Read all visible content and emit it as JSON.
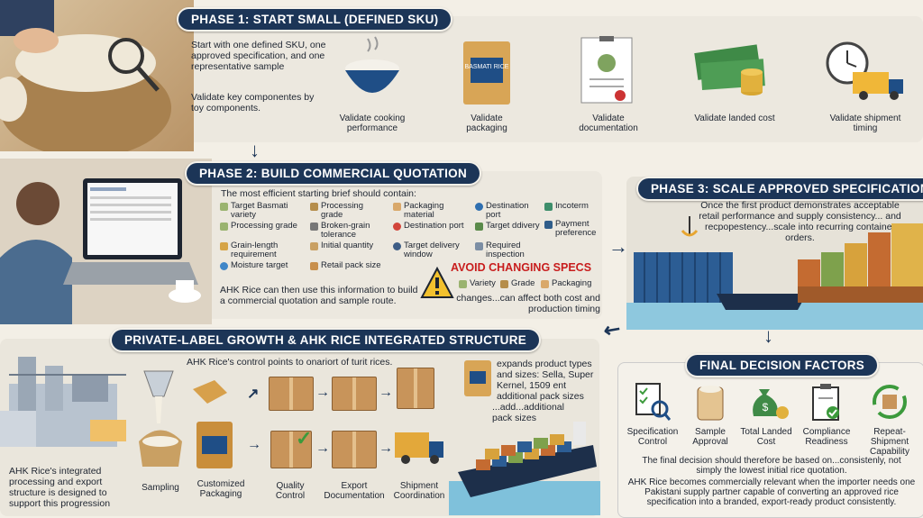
{
  "phase1": {
    "title": "PHASE 1: START SMALL (DEFINED SKU)",
    "intro": "Start with one defined SKU, one approved specification, and one representative sample",
    "validate_note": "Validate key componentes by toy components.",
    "icons": [
      {
        "label": "Validate cooking performance",
        "icon": "rice-bowl-icon"
      },
      {
        "label": "Validate packaging",
        "icon": "rice-bag-icon"
      },
      {
        "label": "Validate documentation",
        "icon": "document-icon"
      },
      {
        "label": "Validate landed cost",
        "icon": "money-icon"
      },
      {
        "label": "Validate shipment timing",
        "icon": "clock-truck-icon"
      }
    ],
    "bag_text": "BASMATI RICE"
  },
  "phase2": {
    "title": "PHASE 2: BUILD COMMERCIAL QUOTATION",
    "intro": "The most efficient starting brief should contain:",
    "col1": [
      "Target Basmati variety",
      "Processing grade",
      "Grain-length requirement",
      "Moisture target"
    ],
    "col2": [
      "Processing grade",
      "Broken-grain tolerance",
      "Initial quantity",
      "Retail pack size"
    ],
    "col3": [
      "Packaging material",
      "Destination port",
      "Target delivery window"
    ],
    "col4": [
      "Destination port",
      "Target ddivery",
      "Required inspection"
    ],
    "col5": [
      "Incoterm",
      "Payment preference"
    ],
    "outro": "AHK Rice can then use this information to build a commercial quotation and sample route.",
    "avoid_title": "AVOID CHANGING SPECS",
    "avoid_items": [
      "Variety",
      "Grade",
      "Packaging"
    ],
    "avoid_note": "changes...can affect both cost and production timing"
  },
  "phase3": {
    "title": "PHASE 3: SCALE APPROVED SPECIFICATION",
    "text": "Once the first product demonstrates acceptable retail performance and supply consistency... and recpopestency...scale into recurring container orders."
  },
  "private_label": {
    "title": "PRIVATE-LABEL GROWTH & AHK RICE INTEGRATED STRUCTURE",
    "control": "AHK Rice's control points to onariort of turit rices.",
    "expands": "expands product types and sizes: Sella, Super Kernel, 1509 ent additional pack sizes",
    "add": "...add...additional pack sizes",
    "structure": "AHK Rice's integrated processing and export structure is designed to support this progression",
    "steps": [
      "Sampling",
      "Customized Packaging",
      "Quality Control",
      "Export Documentation",
      "Shipment Coordination"
    ]
  },
  "final": {
    "title": "FINAL DECISION FACTORS",
    "factors": [
      {
        "label": "Specification Control",
        "icon": "checklist-magnifier-icon"
      },
      {
        "label": "Sample Approval",
        "icon": "sample-bag-icon"
      },
      {
        "label": "Total Landed Cost",
        "icon": "money-bag-icon"
      },
      {
        "label": "Compliance Readiness",
        "icon": "clipboard-check-icon"
      },
      {
        "label": "Repeat-Shipment Capability",
        "icon": "repeat-box-icon"
      }
    ],
    "text1": "The final decision should therefore be based on...consistenly, not simply the lowest initial rice quotation.",
    "text2": "AHK Rice becomes commercially relevant when the importer needs one Pakistani supply partner capable of converting an approved rice specification into a branded, export-ready product consistently."
  }
}
